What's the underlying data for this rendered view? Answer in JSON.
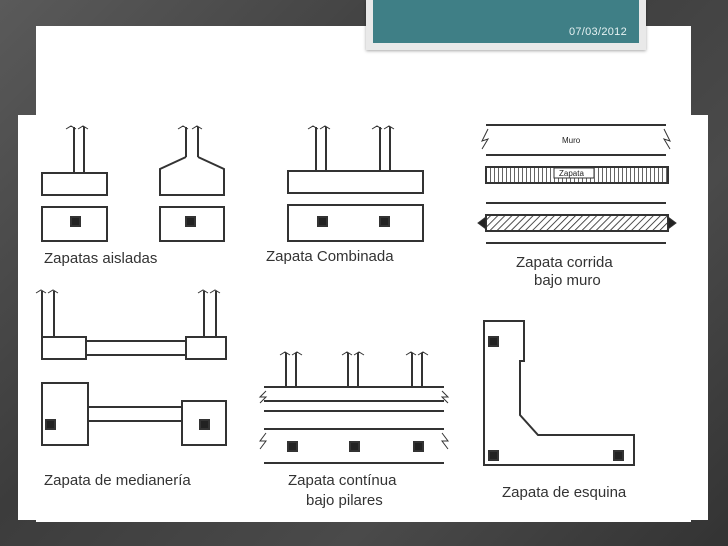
{
  "header": {
    "date": "07/03/2012"
  },
  "figure": {
    "labels": {
      "isolated": "Zapatas aisladas",
      "combined": "Zapata Combinada",
      "strip_wall_line1": "Zapata corrida",
      "strip_wall_line2": "bajo muro",
      "party_wall": "Zapata de medianería",
      "continuous_line1": "Zapata contínua",
      "continuous_line2": "bajo pilares",
      "corner": "Zapata de esquina",
      "wall_tag": "Muro",
      "footing_tag": "Zapata"
    }
  },
  "colors": {
    "accent": "#3f7f86",
    "line": "#333333"
  }
}
